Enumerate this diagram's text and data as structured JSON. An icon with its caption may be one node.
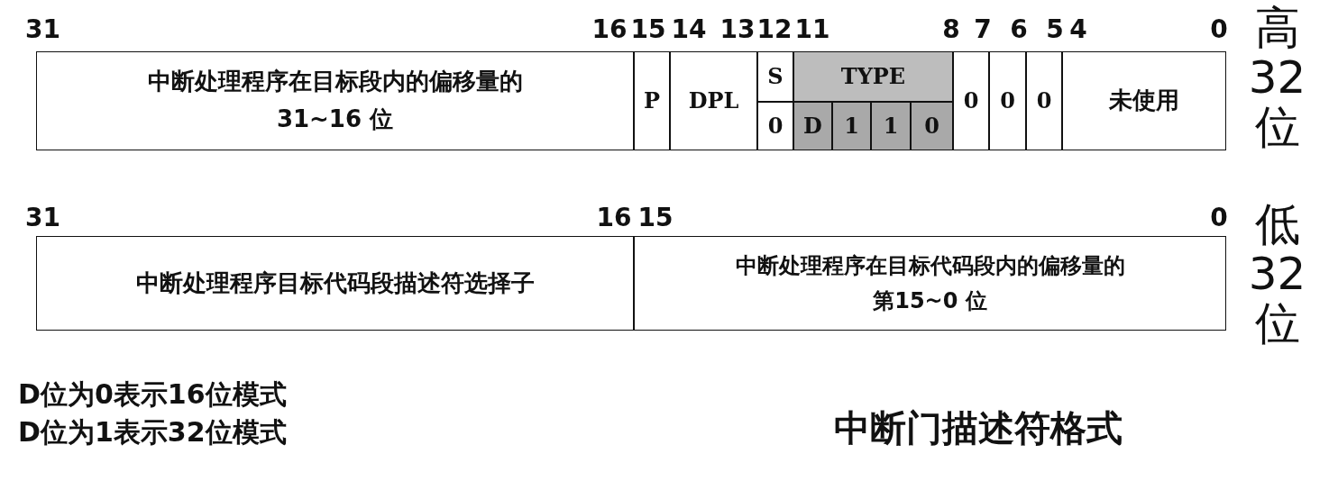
{
  "diagram": {
    "caption": "中断门描述符格式",
    "nodes": [
      {
        "text": [
          "中断处理程序在目标段内的偏移量的31~16 位"
        ]
      },
      {
        "text": [
          "P"
        ]
      },
      {
        "text": [
          "DPL"
        ]
      },
      {
        "text": [
          "S"
        ]
      },
      {
        "text": [
          "0"
        ]
      },
      {
        "text": [
          "TYPE"
        ]
      },
      {
        "text": [
          "D"
        ]
      },
      {
        "text": [
          "1"
        ]
      },
      {
        "text": [
          "1"
        ]
      },
      {
        "text": [
          "0"
        ]
      },
      {
        "text": [
          "0"
        ]
      },
      {
        "text": [
          "0"
        ]
      },
      {
        "text": [
          "0"
        ]
      },
      {
        "text": [
          "未使用"
        ]
      },
      {
        "text": [
          "中断处理程序目标代码段描述符选择子"
        ]
      },
      {
        "text": [
          "中断处理程序在目标代码段内的偏移量的第15~0 位"
        ]
      }
    ],
    "labels": [
      "31",
      "16",
      "15",
      "14",
      "13",
      "12",
      "11",
      "8",
      "7",
      "6",
      "5",
      "4",
      "0",
      "高32位",
      "31",
      "16",
      "15",
      "0",
      "低32位",
      "D位为0表示16位模式",
      "D位为1表示32位模式"
    ]
  }
}
